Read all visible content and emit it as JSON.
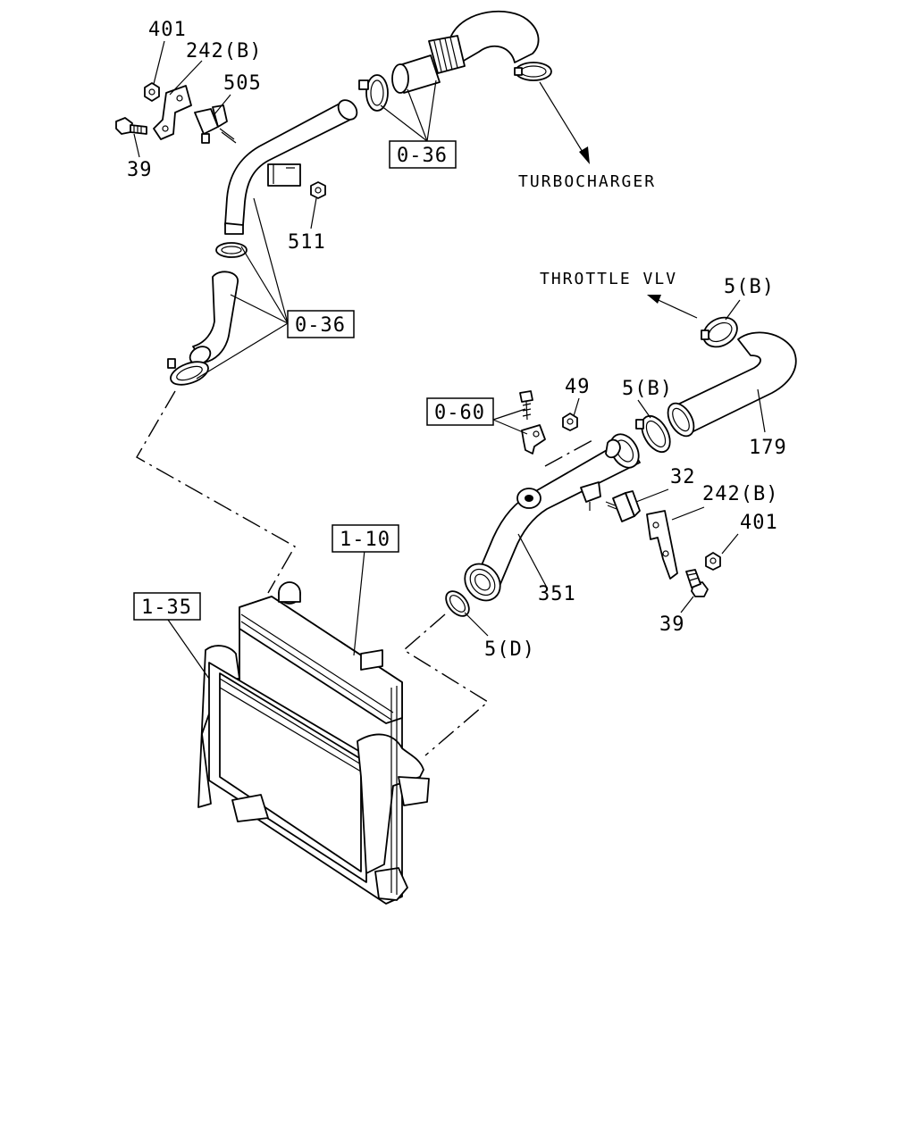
{
  "labels": {
    "p401_top": "401",
    "p242b_top": "242(B)",
    "p505": "505",
    "p39_top": "39",
    "p511": "511",
    "p5b_top": "5(B)",
    "p49": "49",
    "p5b_mid": "5(B)",
    "p179": "179",
    "p32": "32",
    "p242b_right": "242(B)",
    "p401_right": "401",
    "p351": "351",
    "p39_right": "39",
    "p5d": "5(D)"
  },
  "refs": {
    "ref_036_top": "0-36",
    "ref_036_mid": "0-36",
    "ref_060": "0-60",
    "ref_110": "1-10",
    "ref_135": "1-35"
  },
  "directions": {
    "turbocharger": "TURBOCHARGER",
    "throttle": "THROTTLE VLV"
  }
}
